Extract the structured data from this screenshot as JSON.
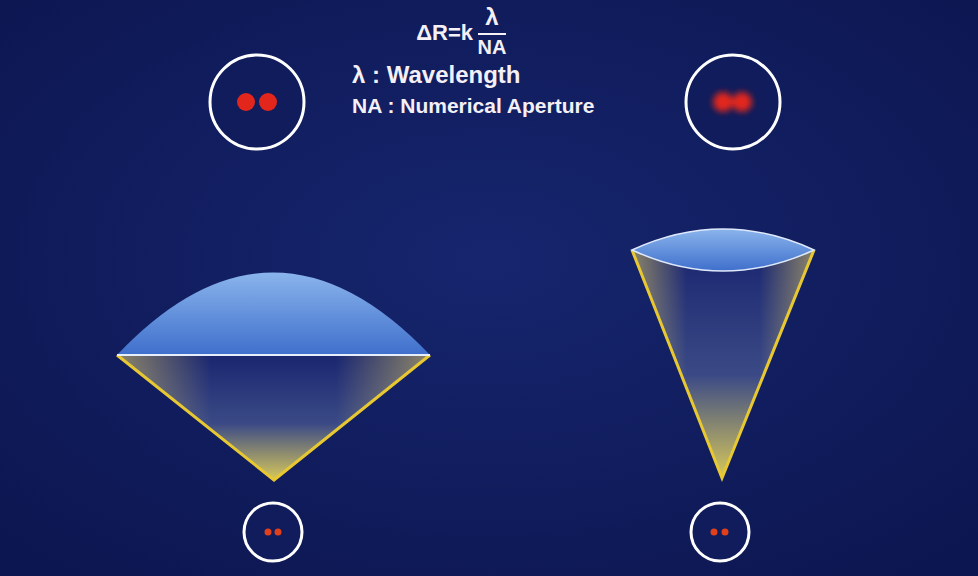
{
  "diagram": {
    "labels": [
      "ΔR=k",
      "λ",
      "NA",
      "λ : Wavelength",
      "NA : Numerical Aperture"
    ]
  }
}
